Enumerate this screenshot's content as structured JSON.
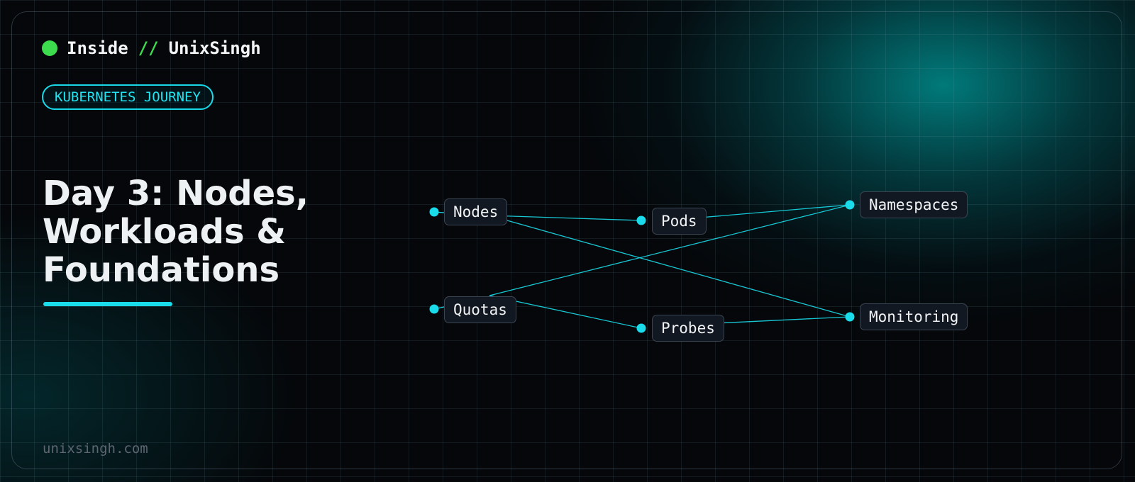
{
  "brand": {
    "name_left": "Inside",
    "separator": "//",
    "name_right": "UnixSingh",
    "dot_color": "#3ddc4f"
  },
  "tag": {
    "label": "KUBERNETES JOURNEY"
  },
  "title": {
    "line1": "Day 3: Nodes,",
    "line2": "Workloads &",
    "line3": "Foundations"
  },
  "footer": {
    "site": "unixsingh.com"
  },
  "colors": {
    "accent": "#19dbe9",
    "background": "#05070a",
    "node_fill": "#121821"
  },
  "diagram": {
    "nodes": {
      "nodes": "Nodes",
      "pods": "Pods",
      "namespaces": "Namespaces",
      "quotas": "Quotas",
      "probes": "Probes",
      "monitoring": "Monitoring"
    },
    "edges": [
      [
        "nodes",
        "pods"
      ],
      [
        "pods",
        "namespaces"
      ],
      [
        "nodes",
        "monitoring"
      ],
      [
        "quotas",
        "namespaces"
      ],
      [
        "quotas",
        "probes"
      ],
      [
        "probes",
        "monitoring"
      ]
    ]
  }
}
